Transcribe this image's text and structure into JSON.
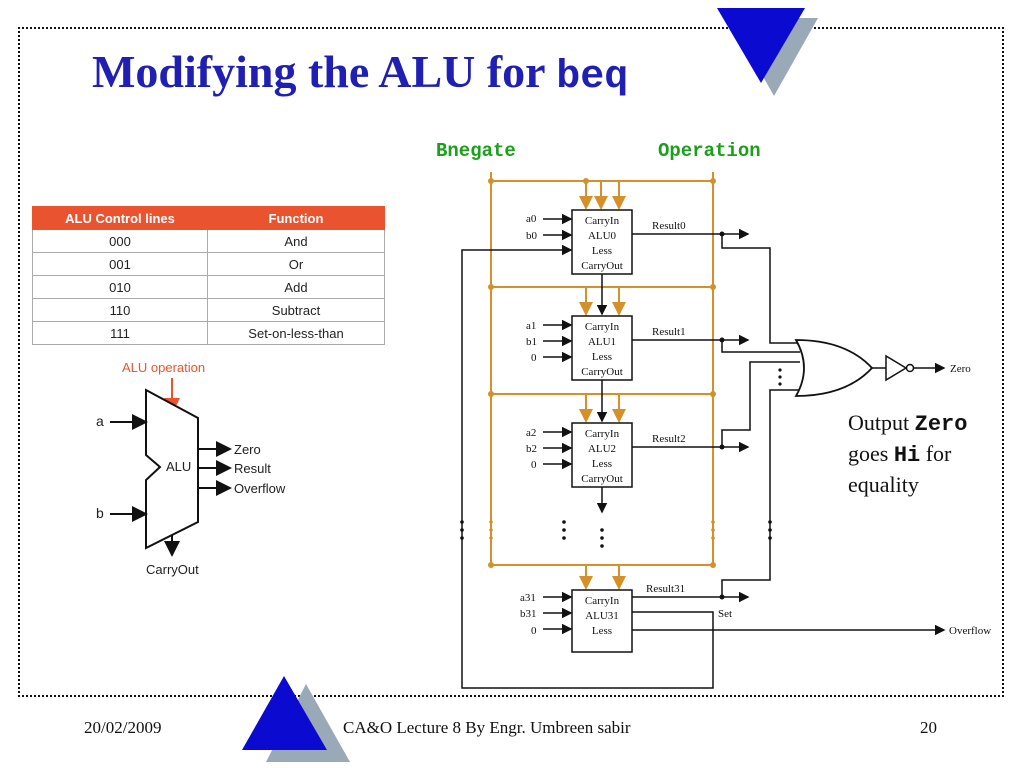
{
  "slide": {
    "title_text": "Modifying the ALU for ",
    "title_code": "beq"
  },
  "control_table": {
    "headers": [
      "ALU Control lines",
      "Function"
    ],
    "rows": [
      [
        "000",
        "And"
      ],
      [
        "001",
        "Or"
      ],
      [
        "010",
        "Add"
      ],
      [
        "110",
        "Subtract"
      ],
      [
        "111",
        "Set-on-less-than"
      ]
    ]
  },
  "alu_symbol": {
    "operation_label": "ALU operation",
    "input_a": "a",
    "input_b": "b",
    "body_label": "ALU",
    "output_zero": "Zero",
    "output_result": "Result",
    "output_overflow": "Overflow",
    "carry_out": "CarryOut"
  },
  "circuit": {
    "bnegate_label": "Bnegate",
    "operation_label": "Operation",
    "alu_blocks": [
      {
        "a": "a0",
        "b": "b0",
        "less": "",
        "name": "ALU0",
        "carry_in": "CarryIn",
        "less_label": "Less",
        "carry_out": "CarryOut",
        "result": "Result0"
      },
      {
        "a": "a1",
        "b": "b1",
        "less": "0",
        "name": "ALU1",
        "carry_in": "CarryIn",
        "less_label": "Less",
        "carry_out": "CarryOut",
        "result": "Result1"
      },
      {
        "a": "a2",
        "b": "b2",
        "less": "0",
        "name": "ALU2",
        "carry_in": "CarryIn",
        "less_label": "Less",
        "carry_out": "CarryOut",
        "result": "Result2"
      },
      {
        "a": "a31",
        "b": "b31",
        "less": "0",
        "name": "ALU31",
        "carry_in": "CarryIn",
        "less_label": "Less",
        "carry_out": "",
        "result": "Result31"
      }
    ],
    "set_label": "Set",
    "zero_label": "Zero",
    "overflow_label": "Overflow"
  },
  "note": {
    "line1_text": "Output ",
    "line1_code": "Zero",
    "line2_text": "goes ",
    "line2_code": "Hi",
    "line2_tail": " for",
    "line3": "equality"
  },
  "footer": {
    "date": "20/02/2009",
    "course": "CA&O Lecture 8 By Engr. Umbreen sabir",
    "page": "20"
  },
  "colors": {
    "title": "#1f1fb4",
    "control_header": "#e9542f",
    "bus_wire": "#d4902a",
    "signal_label": "#1aa01a",
    "triangle": "#0a0ad0",
    "triangle_shadow": "#9aa9b8"
  }
}
